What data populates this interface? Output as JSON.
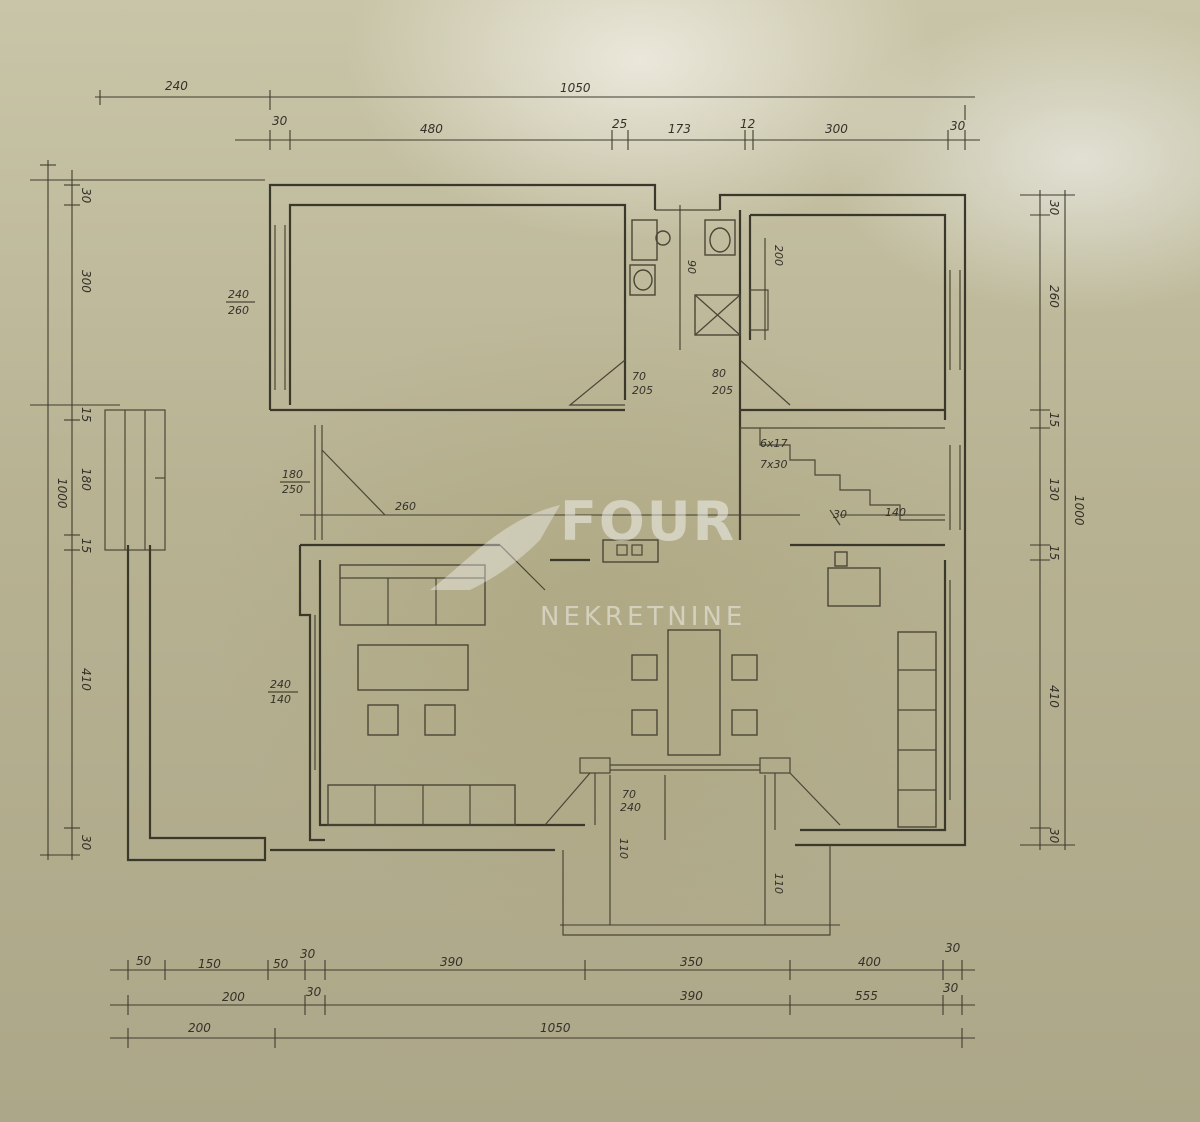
{
  "top_dims_row1": [
    "240",
    "1050"
  ],
  "top_dims_row2": [
    "30",
    "480",
    "25",
    "173",
    "12",
    "300",
    "30"
  ],
  "left_dims": [
    "30",
    "300",
    "15",
    "180",
    "15",
    "410",
    "30",
    "1000"
  ],
  "right_dims": [
    "30",
    "260",
    "15",
    "130",
    "15",
    "410",
    "30",
    "1000"
  ],
  "bottom_dims_row1": [
    "50",
    "150",
    "50",
    "30",
    "390",
    "350",
    "400",
    "30"
  ],
  "bottom_dims_row2": [
    "200",
    "30",
    "390",
    "555",
    "30"
  ],
  "bottom_dims_row3": [
    "200",
    "1050"
  ],
  "room_labels": {
    "bedroom_1": [
      "240",
      "260"
    ],
    "hall": [
      "180",
      "250"
    ],
    "living": [
      "240",
      "140"
    ],
    "door_left": [
      "70",
      "205"
    ],
    "door_right": [
      "80",
      "205"
    ],
    "door_entry": [
      "70",
      "240"
    ],
    "stairs": [
      "6x17",
      "7x30"
    ]
  },
  "inner_dims": {
    "hall_width": "260",
    "stair_run": "140",
    "stair_w": "30",
    "bath_w": "200",
    "bath_h": "90",
    "entry_depth_left": "110",
    "entry_depth_right": "110"
  },
  "watermark": {
    "brand": "FOUR",
    "sub": "NEKRETNINE",
    "color": "#f2f2f2"
  }
}
